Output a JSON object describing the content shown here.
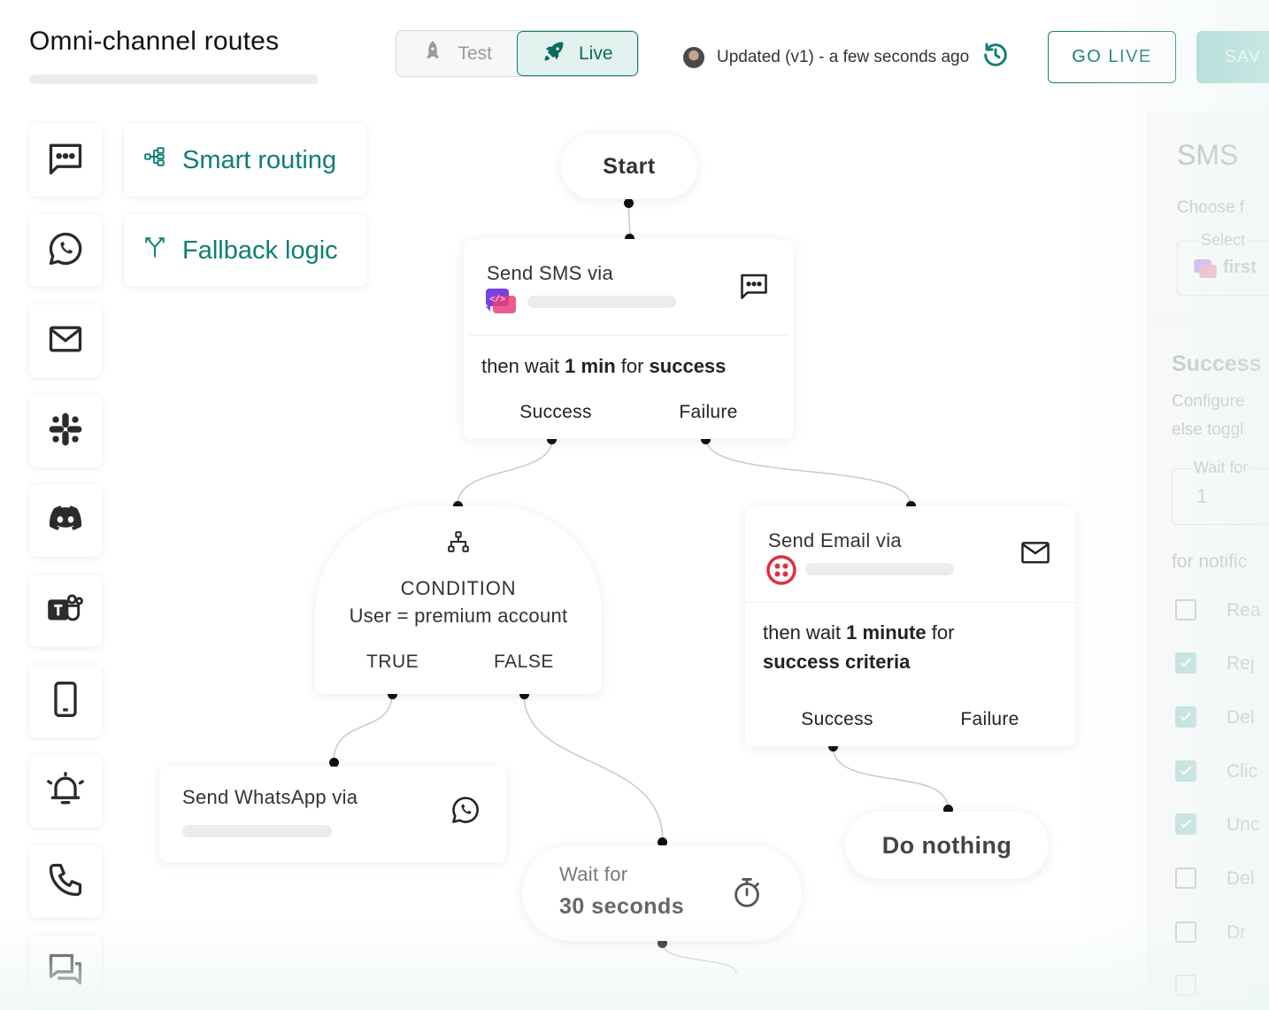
{
  "header": {
    "title": "Omni-channel routes",
    "mode_toggle": {
      "test_label": "Test",
      "live_label": "Live",
      "active": "Live"
    },
    "updated_text": "Updated (v1) - a few seconds ago",
    "go_live_label": "GO LIVE",
    "save_label": "SAV"
  },
  "sidebar": {
    "channels": [
      {
        "icon": "sms-icon"
      },
      {
        "icon": "whatsapp-icon"
      },
      {
        "icon": "email-icon"
      },
      {
        "icon": "slack-icon"
      },
      {
        "icon": "discord-icon"
      },
      {
        "icon": "teams-icon"
      },
      {
        "icon": "mobile-push-icon"
      },
      {
        "icon": "alarm-bell-icon"
      },
      {
        "icon": "phone-icon"
      },
      {
        "icon": "chat-icon"
      }
    ],
    "features": [
      {
        "label": "Smart routing",
        "icon": "smart-routing-icon"
      },
      {
        "label": "Fallback logic",
        "icon": "fallback-icon"
      }
    ]
  },
  "flow": {
    "start": {
      "label": "Start"
    },
    "sms_node": {
      "title": "Send SMS via",
      "wait_prefix": "then wait ",
      "wait_duration": "1 min",
      "wait_mid": " for ",
      "wait_target": "success",
      "outlets": [
        "Success",
        "Failure"
      ]
    },
    "condition_node": {
      "heading": "CONDITION",
      "expression": "User = premium account",
      "outlets": [
        "TRUE",
        "FALSE"
      ]
    },
    "email_node": {
      "title": "Send Email via",
      "wait_prefix": "then wait ",
      "wait_duration": "1 minute",
      "wait_mid": " for",
      "wait_target": "success criteria",
      "outlets": [
        "Success",
        "Failure"
      ]
    },
    "whatsapp_node": {
      "title": "Send WhatsApp via"
    },
    "wait_node": {
      "title": "Wait for",
      "duration": "30 seconds"
    },
    "do_nothing": {
      "label": "Do nothing"
    }
  },
  "panel": {
    "title": "SMS",
    "choose": "Choose f",
    "select": "Select",
    "first": "first",
    "section": "Success",
    "configure_line1": "Configure",
    "configure_line2": "else toggl",
    "wait_for": "Wait for",
    "wait_value": "1",
    "for_notific": "for notific",
    "options": [
      {
        "label": "Rea",
        "checked": false
      },
      {
        "label": "Rej",
        "checked": true
      },
      {
        "label": "Del",
        "checked": true
      },
      {
        "label": "Clic",
        "checked": true
      },
      {
        "label": "Unc",
        "checked": true
      },
      {
        "label": "Del",
        "checked": false
      },
      {
        "label": "Dr",
        "checked": false
      }
    ]
  },
  "colors": {
    "accent": "#0f7e75",
    "accent_light": "#e3f1ef"
  }
}
